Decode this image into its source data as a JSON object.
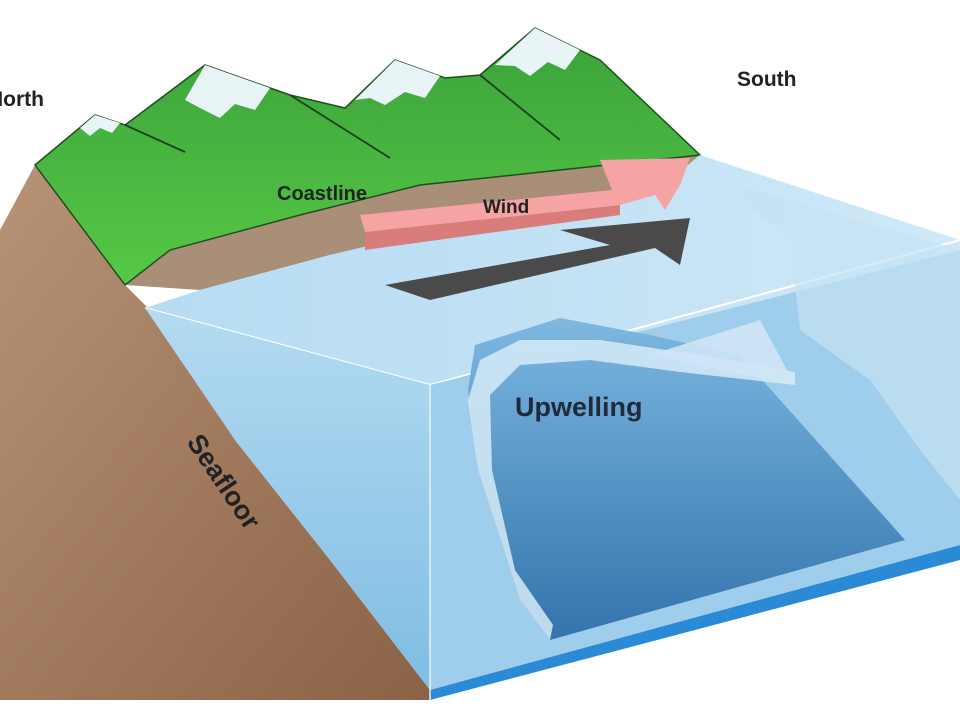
{
  "labels": {
    "north": "North",
    "south": "South",
    "coastline": "Coastline",
    "wind": "Wind",
    "upwelling": "Upwelling",
    "seafloor": "Seafloor"
  },
  "colors": {
    "background": "#ffffff",
    "mountain_green": "#4fbf3a",
    "mountain_dark_green": "#2f8f2a",
    "snow": "#e8f4f6",
    "shore": "#a68a72",
    "seafloor_brown": "#9c7457",
    "ocean_surface": "#a9d4ee",
    "ocean_side": "#8cc4e6",
    "deep_water": "#3d7fb7",
    "bottom_edge": "#2b8ad6",
    "wind_arrow": "#f5a0a0",
    "current_arrow": "#4a4a4a",
    "text": "#222222"
  },
  "icons": {
    "wind": "wind-arrow-icon",
    "current": "surface-current-arrow-icon",
    "upwelling": "upwelling-flow-arrow-icon"
  }
}
